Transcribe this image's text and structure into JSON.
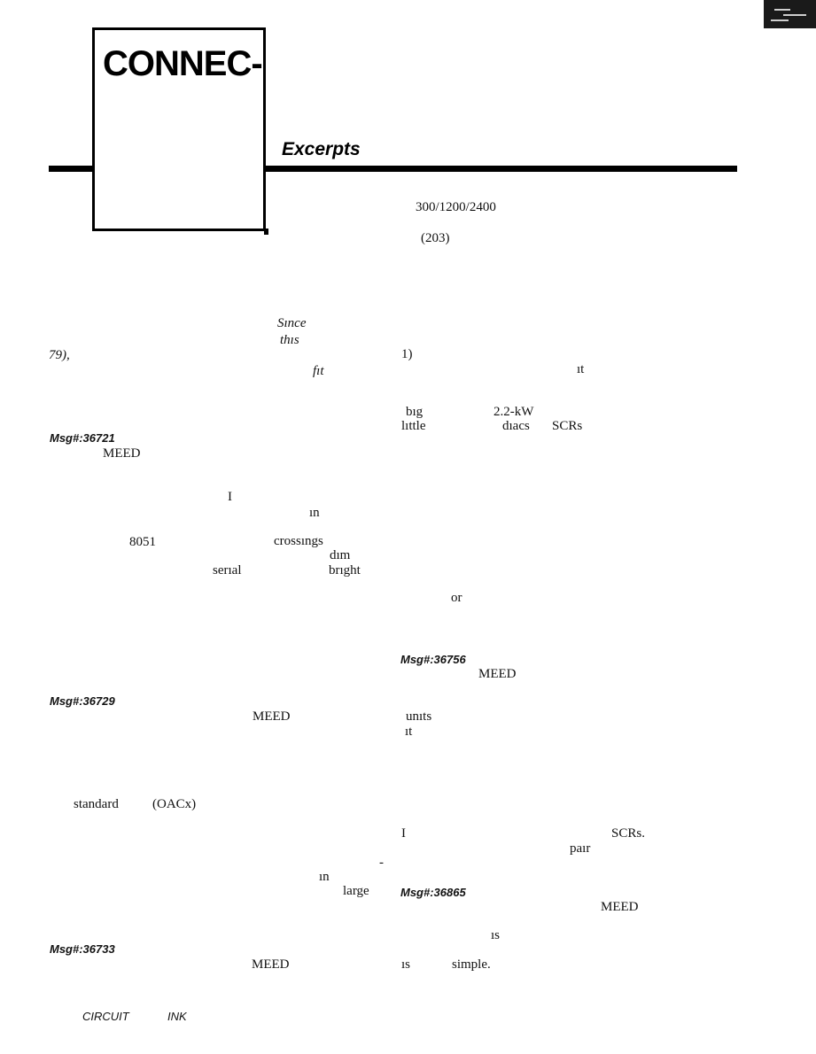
{
  "header": {
    "logo_text": "CONNEC-",
    "section_label": "Excerpts"
  },
  "left_column": [
    {
      "id": "l1",
      "text": "Sınce",
      "style": "ital"
    },
    {
      "id": "l2",
      "text": "thıs",
      "style": "ital"
    },
    {
      "id": "l3",
      "text": "79),",
      "style": "ital"
    },
    {
      "id": "l4",
      "text": "fıt",
      "style": "ital"
    },
    {
      "id": "l5",
      "text": "Msg#:36721",
      "style": "msg"
    },
    {
      "id": "l6",
      "text": "MEED",
      "style": "plain"
    },
    {
      "id": "l7",
      "text": "I",
      "style": "plain"
    },
    {
      "id": "l8",
      "text": "ın",
      "style": "plain"
    },
    {
      "id": "l9",
      "text": "8051",
      "style": "plain"
    },
    {
      "id": "l10",
      "text": "crossıngs",
      "style": "plain"
    },
    {
      "id": "l11",
      "text": "dım",
      "style": "plain"
    },
    {
      "id": "l12",
      "text": "serıal",
      "style": "plain"
    },
    {
      "id": "l13",
      "text": "brıght",
      "style": "plain"
    },
    {
      "id": "l14",
      "text": "Msg#:36729",
      "style": "msg"
    },
    {
      "id": "l15",
      "text": "MEED",
      "style": "plain"
    },
    {
      "id": "l16",
      "text": "standard",
      "style": "plain"
    },
    {
      "id": "l17",
      "text": "(OACx)",
      "style": "plain"
    },
    {
      "id": "l18",
      "text": "-",
      "style": "plain"
    },
    {
      "id": "l19",
      "text": "ın",
      "style": "plain"
    },
    {
      "id": "l20",
      "text": "large",
      "style": "plain"
    },
    {
      "id": "l21",
      "text": "Msg#:36733",
      "style": "msg"
    },
    {
      "id": "l22",
      "text": "MEED",
      "style": "plain"
    }
  ],
  "right_column": [
    {
      "id": "r1",
      "text": "300/1200/2400",
      "style": "plain"
    },
    {
      "id": "r2",
      "text": "(203)",
      "style": "plain"
    },
    {
      "id": "r3",
      "text": "1)",
      "style": "plain"
    },
    {
      "id": "r4",
      "text": "ıt",
      "style": "plain"
    },
    {
      "id": "r5",
      "text": "bıg",
      "style": "plain"
    },
    {
      "id": "r6",
      "text": "2.2-kW",
      "style": "plain"
    },
    {
      "id": "r7",
      "text": "lıttle",
      "style": "plain"
    },
    {
      "id": "r8",
      "text": "dıacs",
      "style": "plain"
    },
    {
      "id": "r9",
      "text": "SCRs",
      "style": "plain"
    },
    {
      "id": "r10",
      "text": "or",
      "style": "plain"
    },
    {
      "id": "r11",
      "text": "Msg#:36756",
      "style": "msg"
    },
    {
      "id": "r12",
      "text": "MEED",
      "style": "plain"
    },
    {
      "id": "r13",
      "text": "unıts",
      "style": "plain"
    },
    {
      "id": "r14",
      "text": "ıt",
      "style": "plain"
    },
    {
      "id": "r15",
      "text": "I",
      "style": "plain"
    },
    {
      "id": "r16",
      "text": "SCRs.",
      "style": "plain"
    },
    {
      "id": "r17",
      "text": "paır",
      "style": "plain"
    },
    {
      "id": "r18",
      "text": "Msg#:36865",
      "style": "msg"
    },
    {
      "id": "r19",
      "text": "MEED",
      "style": "plain"
    },
    {
      "id": "r20",
      "text": "ıs",
      "style": "plain"
    },
    {
      "id": "r21",
      "text": "ıs",
      "style": "plain"
    },
    {
      "id": "r22",
      "text": "simple.",
      "style": "plain"
    }
  ],
  "footer": {
    "left": "CIRCUIT",
    "right": "INK"
  }
}
